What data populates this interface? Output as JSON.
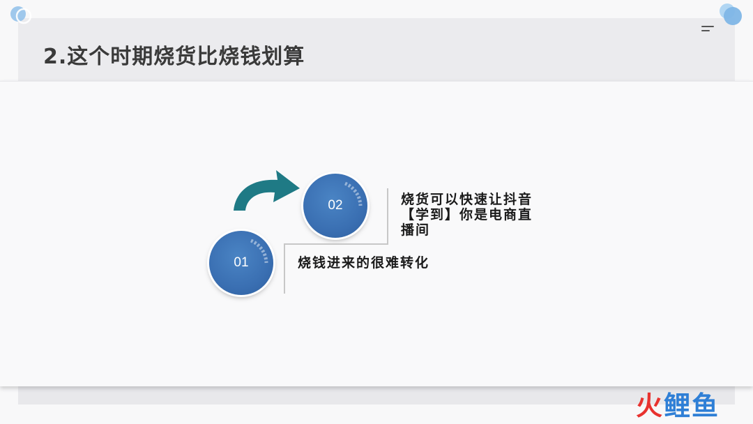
{
  "slide": {
    "title": "2.这个时期烧货比烧钱划算",
    "steps": [
      {
        "number": "01",
        "text": "烧钱进来的很难转化"
      },
      {
        "number": "02",
        "text": "烧货可以快速让抖音【学到】你是电商直播间"
      }
    ]
  },
  "watermark": {
    "part1": "火",
    "part2": "鲤鱼"
  },
  "colors": {
    "circle_blue": "#3a6fb2",
    "arrow_teal": "#1f7a85",
    "title_text": "#3a3a3a",
    "header_band": "#ebebee",
    "watermark_red": "#e8322f",
    "watermark_blue": "#2f7fd6"
  },
  "icons": [
    "bubble-decoration",
    "menu-icon",
    "curved-arrow-icon"
  ]
}
